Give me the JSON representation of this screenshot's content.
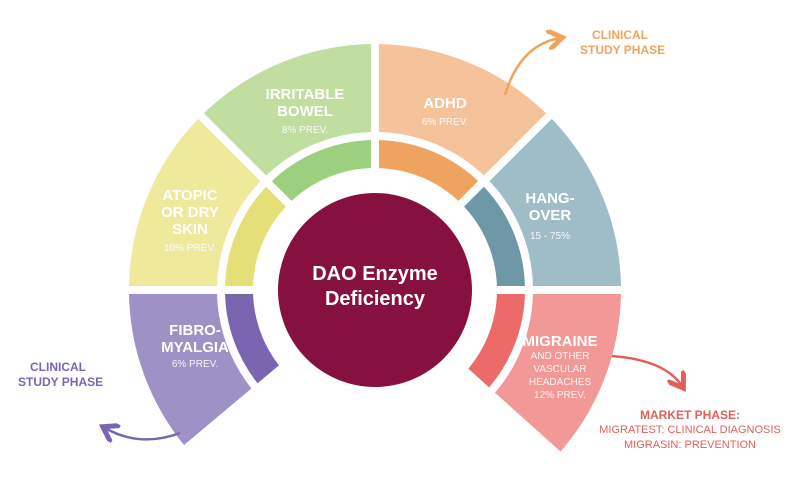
{
  "center": {
    "title": "DAO Enzyme Deficiency",
    "line1": "DAO Enzyme",
    "line2": "Deficiency",
    "color": "#861040"
  },
  "segments": [
    {
      "name": "FIBRO-MYALGIA",
      "l1": "FIBRO-",
      "l2": "MYALGIA",
      "sub": "6% PREV.",
      "color": "#9d91c6",
      "dark": "#7a66b0"
    },
    {
      "name": "ATOPIC OR DRY SKIN",
      "l1": "ATOPIC",
      "l2": "OR DRY",
      "l3": "SKIN",
      "sub": "10% PREV.",
      "color": "#eee99b",
      "dark": "#e5df78"
    },
    {
      "name": "IRRITABLE BOWEL",
      "l1": "IRRITABLE",
      "l2": "BOWEL",
      "sub": "8% PREV.",
      "color": "#bfdea0",
      "dark": "#9ccf7e"
    },
    {
      "name": "ADHD",
      "l1": "ADHD",
      "sub": "6% PREV.",
      "color": "#f5c299",
      "dark": "#eea45f"
    },
    {
      "name": "HANG-OVER",
      "l1": "HANG-",
      "l2": "OVER",
      "sub": "15 - 75%",
      "color": "#9ebdc7",
      "dark": "#6e97a7"
    },
    {
      "name": "MIGRAINE",
      "l1": "MIGRAINE",
      "sub1": "AND OTHER",
      "sub2": "VASCULAR",
      "sub3": "HEADACHES",
      "sub": "12% PREV.",
      "color": "#f29896",
      "dark": "#ec6a67"
    }
  ],
  "annotations": {
    "adhd_phase": {
      "l1": "CLINICAL",
      "l2": "STUDY PHASE",
      "color": "#eea45f"
    },
    "fibro_phase": {
      "l1": "CLINICAL",
      "l2": "STUDY PHASE",
      "color": "#7a66b0"
    },
    "migraine_phase": {
      "title": "MARKET PHASE:",
      "l1": "MIGRATEST: CLINICAL DIAGNOSIS",
      "l2": "MIGRASIN: PREVENTION",
      "color": "#e0605c"
    }
  }
}
